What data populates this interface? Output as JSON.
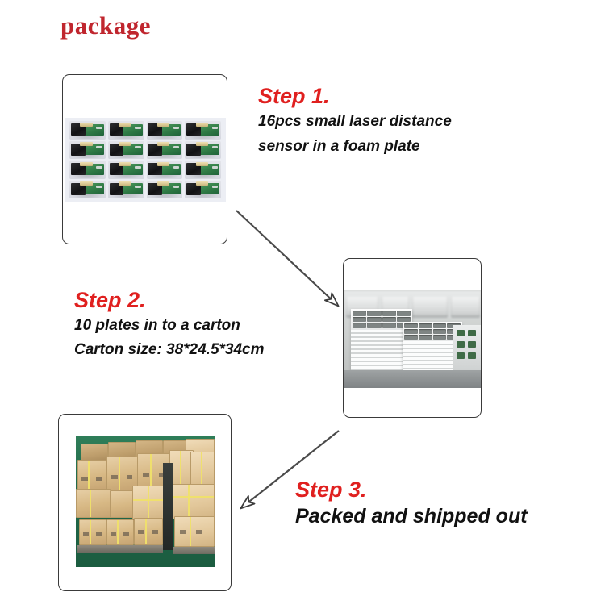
{
  "title": "package",
  "colors": {
    "title_red": "#c0262e",
    "step_red": "#e0201f",
    "body_black": "#111111",
    "frame_border": "#3a3a3a",
    "background": "#ffffff"
  },
  "steps": [
    {
      "head": "Step 1.",
      "lines": [
        "16pcs small laser distance",
        "sensor in a foam plate"
      ]
    },
    {
      "head": "Step 2.",
      "lines": [
        "10 plates in to a carton",
        "Carton size: 38*24.5*34cm"
      ]
    },
    {
      "head": "Step 3.",
      "lines": [
        "Packed and shipped out"
      ]
    }
  ],
  "photos": [
    {
      "name": "foam-plate-with-sensors",
      "caption": "16pcs laser distance sensor modules arranged 4x4 on a white foam plate",
      "grid_rows": 4,
      "grid_cols": 4,
      "count": 16
    },
    {
      "name": "stacked-foam-plates",
      "caption": "Stacks of foam plates loaded with sensors ready to go into a carton"
    },
    {
      "name": "packed-cartons-on-pallet",
      "caption": "Strapped cardboard cartons stacked on pallets in the warehouse"
    }
  ],
  "arrows": [
    {
      "name": "arrow-step1-to-step2",
      "direction": "down-right"
    },
    {
      "name": "arrow-step2-to-step3",
      "direction": "down-left"
    }
  ]
}
